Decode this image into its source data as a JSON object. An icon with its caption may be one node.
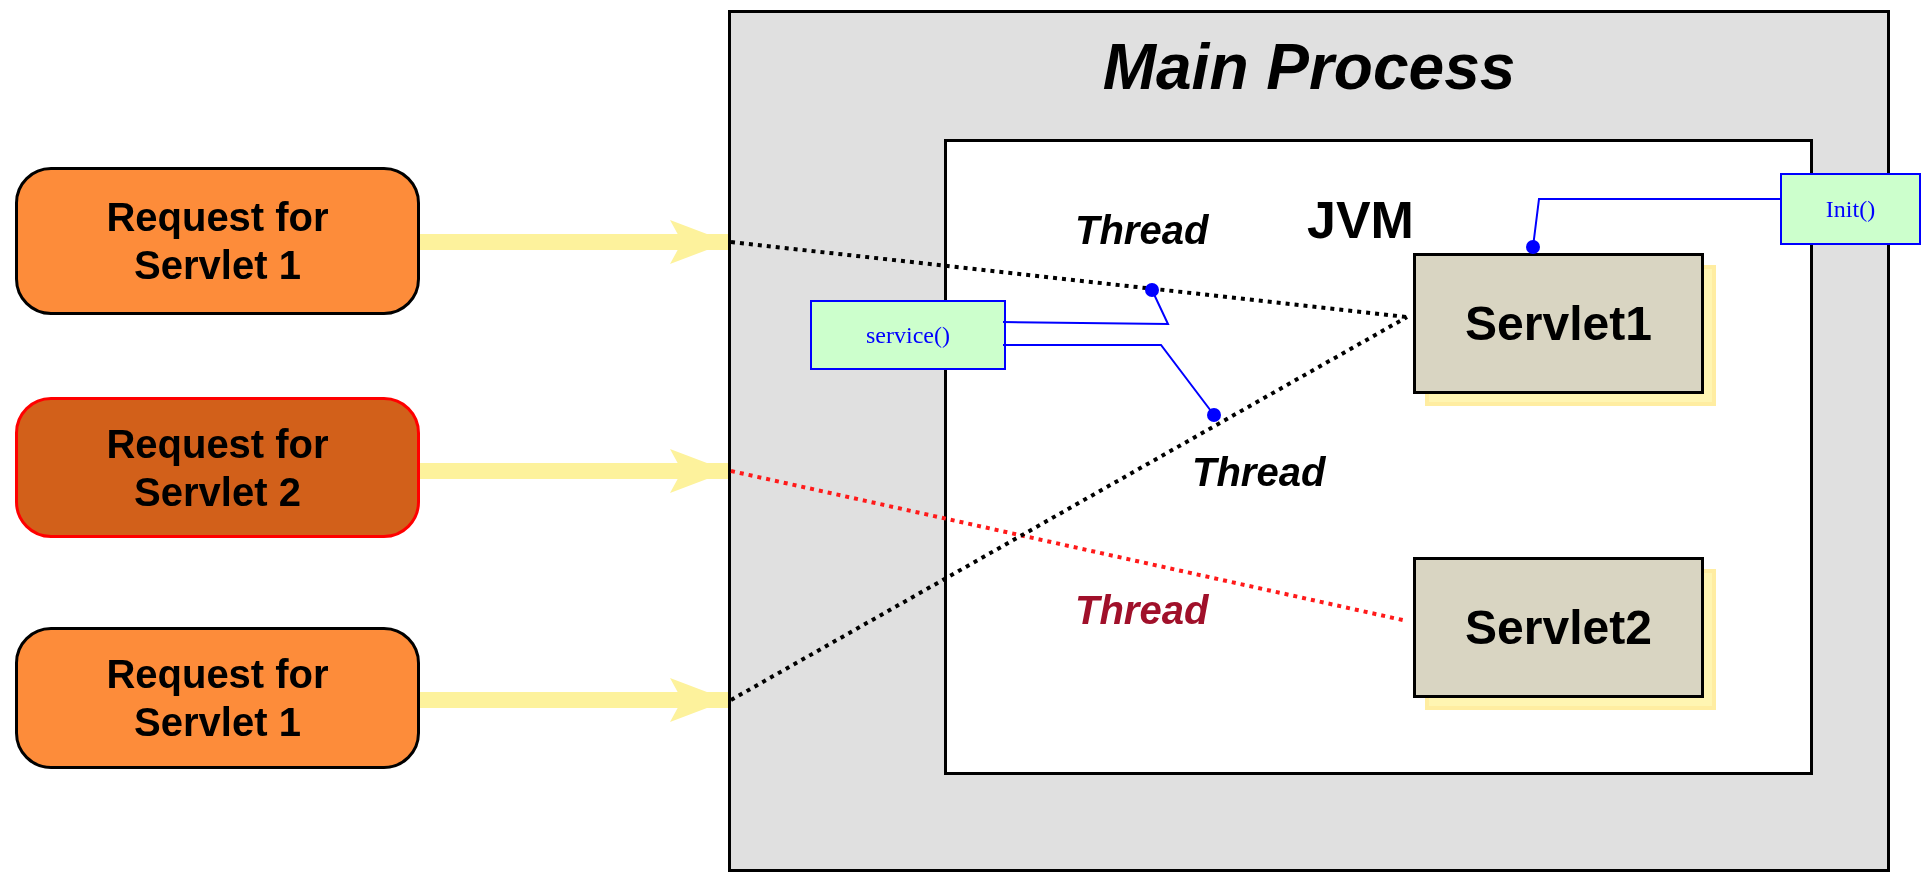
{
  "diagram": {
    "nodes": [
      {
        "text": [
          "Main Process"
        ]
      },
      {
        "text": [
          "JVM"
        ],
        "in": 0
      },
      {
        "text": [
          "Servlet1"
        ],
        "in": 1
      },
      {
        "text": [
          "Servlet2"
        ],
        "in": 1
      },
      {
        "text": [
          "Init()"
        ]
      },
      {
        "text": [
          "service()"
        ],
        "in": 0
      },
      {
        "text": [
          "Request for Servlet 1"
        ]
      },
      {
        "text": [
          "Request for Servlet 2"
        ]
      },
      {
        "text": [
          "Request for Servlet 1"
        ]
      }
    ],
    "edges": [
      {
        "from": 6,
        "to": 0,
        "arrow": "to",
        "style": "thick",
        "color": "#fdf29c"
      },
      {
        "from": 7,
        "to": 0,
        "arrow": "to",
        "style": "thick",
        "color": "#fdf29c"
      },
      {
        "from": 8,
        "to": 0,
        "arrow": "to",
        "style": "thick",
        "color": "#fdf29c"
      },
      {
        "from": null,
        "to": 2,
        "arrow": "none",
        "style": "dashed",
        "color": "#000000"
      },
      {
        "from": null,
        "to": 3,
        "arrow": "none",
        "style": "dashed",
        "color": "#ff1a1a"
      },
      {
        "from": null,
        "to": 2,
        "arrow": "none",
        "style": "dashed",
        "color": "#000000"
      },
      {
        "from": 5,
        "to": null,
        "arrow": "other",
        "color": "#0000ff"
      },
      {
        "from": 5,
        "to": null,
        "arrow": "other",
        "color": "#0000ff"
      },
      {
        "from": 4,
        "to": 2,
        "arrow": "other",
        "color": "#0000ff"
      }
    ],
    "labels": [
      "Thread",
      "Thread",
      "Thread"
    ]
  }
}
